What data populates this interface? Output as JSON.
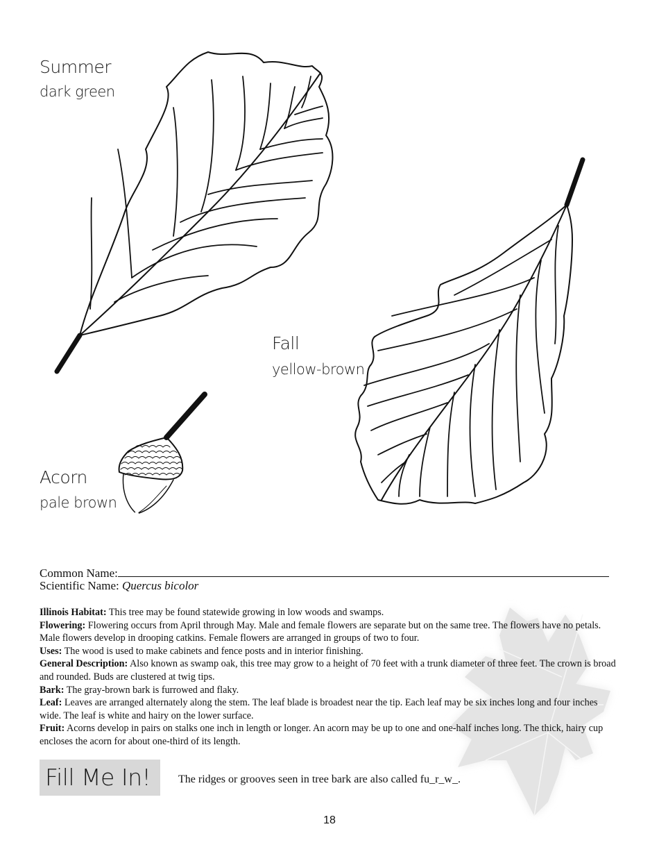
{
  "illustrations": {
    "summer": {
      "title": "Summer",
      "color": "dark green"
    },
    "fall": {
      "title": "Fall",
      "color": "yellow-brown"
    },
    "acorn": {
      "title": "Acorn",
      "color": "pale brown"
    }
  },
  "names": {
    "common_label": "Common Name:",
    "common_value": "",
    "scientific_label": "Scientific Name:",
    "scientific_value": "Quercus bicolor"
  },
  "info": [
    {
      "label": "Illinois Habitat:",
      "text": "This tree may be found statewide growing in low woods and swamps."
    },
    {
      "label": "Flowering:",
      "text": "Flowering occurs from April through May. Male and female flowers are separate but on the same tree. The flowers have no petals. Male flowers develop in drooping catkins. Female flowers are arranged in groups of two to four."
    },
    {
      "label": "Uses:",
      "text": "The wood is used to make cabinets and fence posts and in interior finishing."
    },
    {
      "label": "General Description:",
      "text": "Also known as swamp oak, this tree may grow to a height of 70 feet with a trunk diameter of three feet. The crown is broad and rounded. Buds are clustered at twig tips."
    },
    {
      "label": "Bark:",
      "text": "The gray-brown bark is furrowed and flaky."
    },
    {
      "label": "Leaf:",
      "text": "Leaves are arranged alternately along the stem. The leaf blade is broadest near the tip. Each leaf may be six inches long and four inches wide. The leaf is white and hairy on the lower surface."
    },
    {
      "label": "Fruit:",
      "text": "Acorns develop in pairs on stalks one inch in length or longer. An acorn may be up to one and one-half inches long. The thick, hairy cup encloses the acorn for about one-third of its length."
    }
  ],
  "fill_in": {
    "badge": "Fill Me In!",
    "question": "The ridges or grooves seen in tree bark are also called fu_r_w_."
  },
  "page_number": "18",
  "colors": {
    "badge_bg": "#d8d8d8",
    "watermark_leaf": "#e6e6e6"
  }
}
